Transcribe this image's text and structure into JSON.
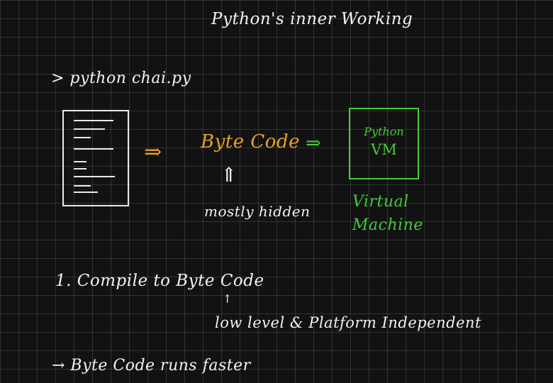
{
  "title": "Python's inner Working",
  "command": "> python chai.py",
  "arrow_1": "⇒",
  "bytecode_label": "Byte Code",
  "up_arrow_1": "⇑",
  "hidden_label": "mostly hidden",
  "arrow_2": "⇒",
  "vm_box": {
    "line1": "Python",
    "line2": "VM"
  },
  "virtual_machine_label": "Virtual\nMachine",
  "point_1": "1.  Compile to Byte Code",
  "up_arrow_2": "↑",
  "note": "low level & Platform Independent",
  "point_2": "→ Byte Code runs faster",
  "colors": {
    "background": "#121212",
    "chalk": "#f2f2f2",
    "orange": "#e3a326",
    "green": "#45c93c"
  }
}
